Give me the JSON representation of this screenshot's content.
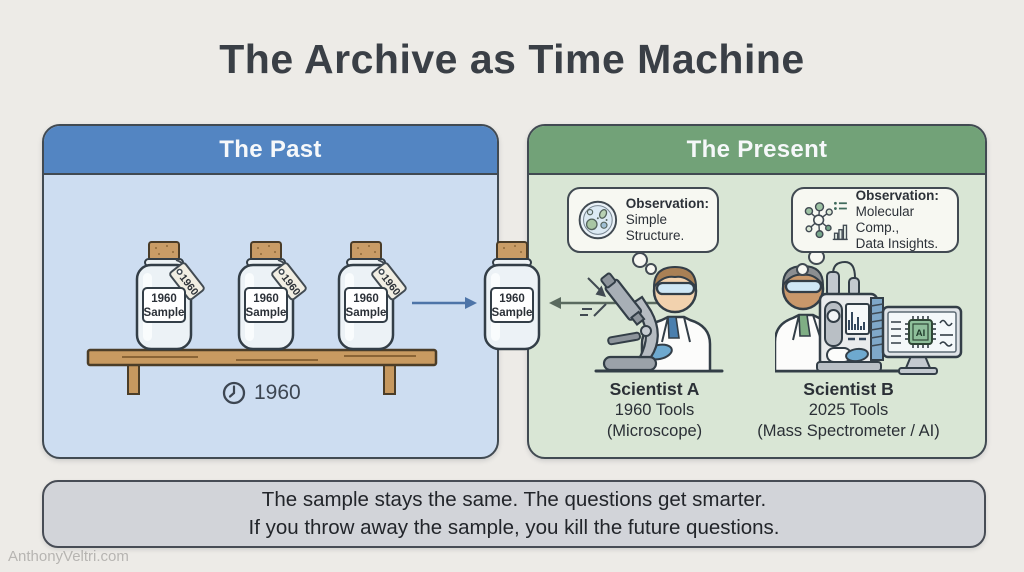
{
  "title": "The Archive as Time Machine",
  "watermark": "AnthonyVeltri.com",
  "past": {
    "header": "The Past",
    "jar_line1": "1960",
    "jar_line2": "Sample",
    "tag": "1960",
    "year": "1960"
  },
  "center_jar": {
    "line1": "1960",
    "line2": "Sample"
  },
  "present": {
    "header": "The Present",
    "obs_a": {
      "title": "Observation:",
      "line1": "Simple",
      "line2": "Structure."
    },
    "obs_b": {
      "title": "Observation:",
      "line1": "Molecular Comp.,",
      "line2": "Data Insights."
    },
    "scientist_a": {
      "name": "Scientist A",
      "tools": "1960 Tools",
      "detail": "(Microscope)"
    },
    "scientist_b": {
      "name": "Scientist B",
      "tools": "2025 Tools",
      "detail": "(Mass Spectrometer / AI)"
    },
    "ai_label": "AI"
  },
  "banner": {
    "line1": "The sample stays the same. The questions get smarter.",
    "line2": "If you throw away the sample, you kill the future questions."
  },
  "colors": {
    "background": "#edebe7",
    "past_header": "#5385c2",
    "past_body": "#cdddf1",
    "present_header": "#72a278",
    "present_body": "#d9e6d5",
    "outline": "#414a52",
    "banner_bg": "#d2d4d9",
    "arrow_past": "#4d74a8",
    "arrow_present": "#5a6a5f",
    "shelf_wood": "#c89a61",
    "cork": "#c99c66"
  }
}
